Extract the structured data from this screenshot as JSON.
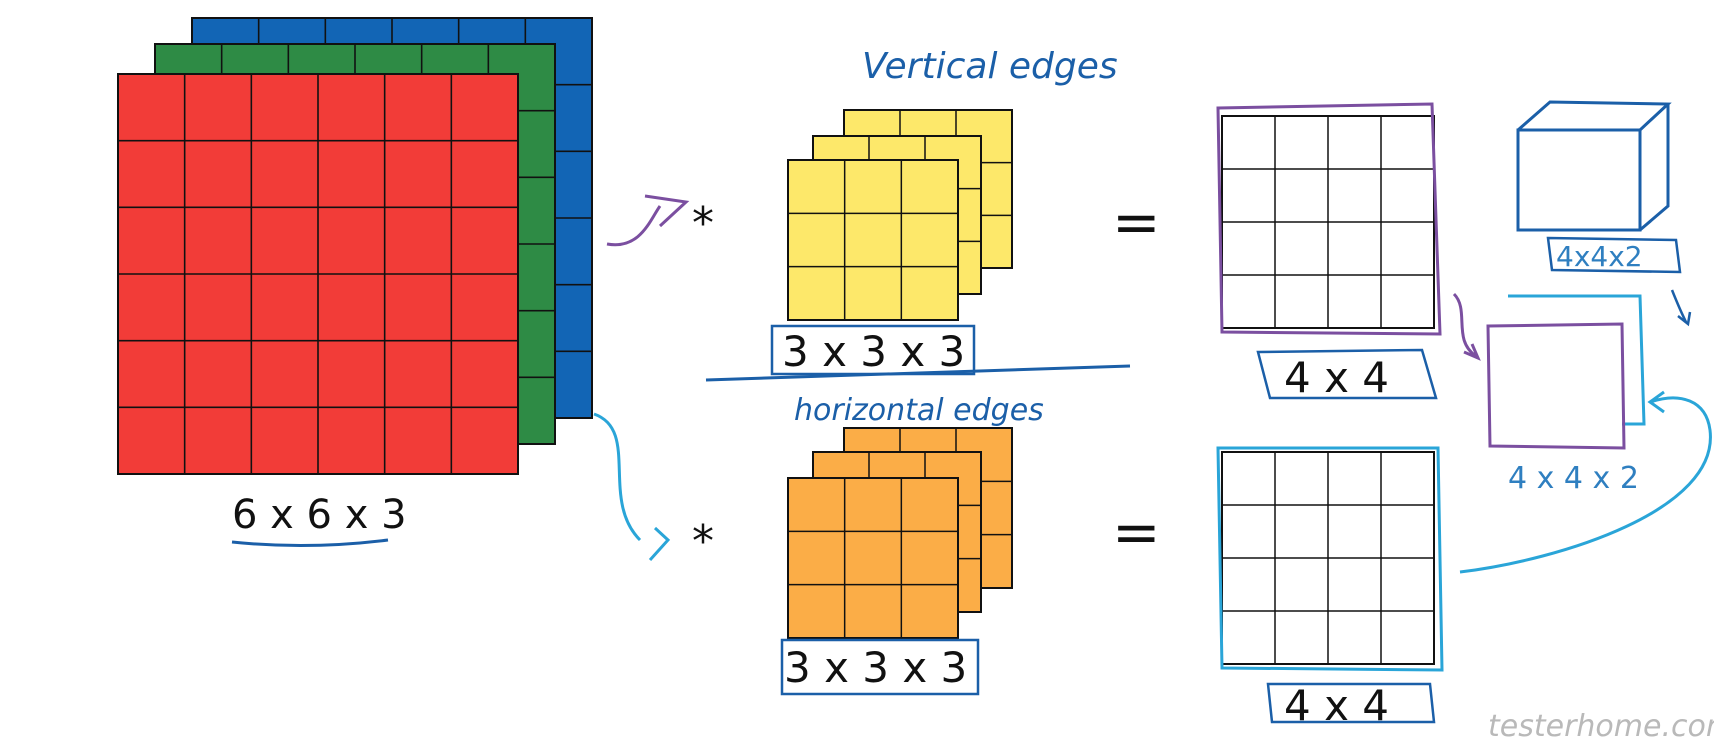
{
  "labels": {
    "input_dims": "6 x 6 x 3",
    "filter1_dims": "3 x 3 x 3",
    "filter2_dims": "3 x 3 x 3",
    "output1_dims": "4 x 4",
    "output2_dims": "4 x 4",
    "volume_top_dims": "4x4x2",
    "volume_bottom_dims": "4 x 4 x 2"
  },
  "annotations": {
    "filter1_note": "Vertical edges",
    "filter2_note": "horizontal edges"
  },
  "operators": {
    "convolve": "*",
    "equals": "="
  },
  "watermark": "testerhome.com",
  "colors": {
    "input_red": "#f23c38",
    "input_green": "#2e8b45",
    "input_blue": "#1265b5",
    "filter_yellow": "#fde86a",
    "filter_orange": "#fbad47",
    "ink_purple": "#7b4fa0",
    "ink_blue": "#1b5fa8",
    "ink_light_blue": "#2aa5d8"
  }
}
